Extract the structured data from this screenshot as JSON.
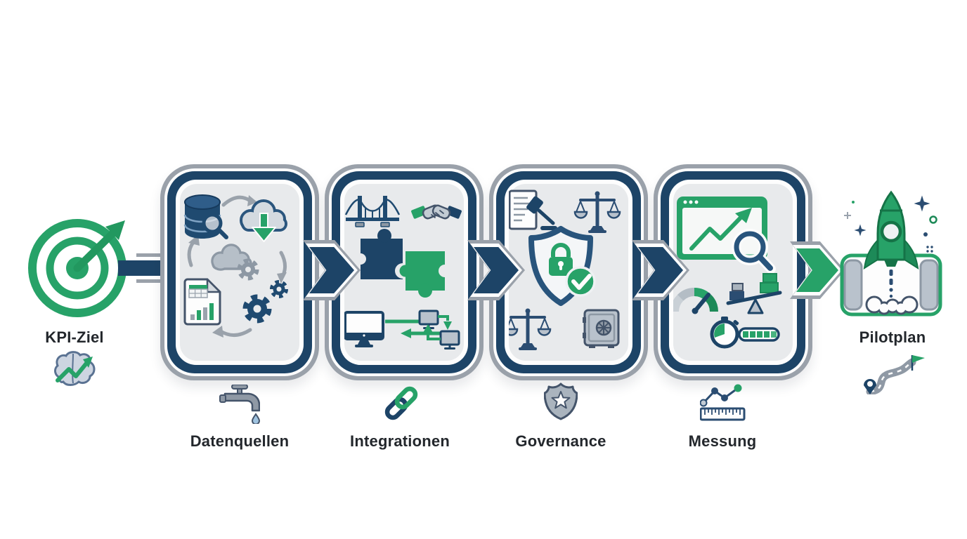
{
  "diagram": {
    "start": {
      "label": "KPI-Ziel",
      "icon": "target-growth-icon",
      "sub_icon": "brain-growth-icon"
    },
    "stages": [
      {
        "label": "Datenquellen",
        "footer_icon": "faucet-icon",
        "icons": [
          "database-magnifier-icon",
          "cloud-download-icon",
          "cloud-gear-icon",
          "gears-icon",
          "report-chart-icon",
          "cycle-arrows-icon"
        ]
      },
      {
        "label": "Integrationen",
        "footer_icon": "chain-link-icon",
        "icons": [
          "bridge-icon",
          "handshake-icon",
          "puzzle-pieces-icon",
          "data-exchange-icon",
          "network-sync-icon"
        ]
      },
      {
        "label": "Governance",
        "footer_icon": "badge-star-icon",
        "icons": [
          "contract-gavel-icon",
          "justice-scale-icon",
          "shield-lock-check-icon",
          "balance-scale-icon",
          "safe-vault-icon"
        ]
      },
      {
        "label": "Messung",
        "footer_icon": "ruler-trend-icon",
        "icons": [
          "analytics-window-icon",
          "magnifier-icon",
          "gauge-icon",
          "comparison-seesaw-icon",
          "stopwatch-progress-icon"
        ]
      }
    ],
    "end": {
      "label": "Pilotplan",
      "icon": "rocket-launch-icon",
      "sub_icon": "roadmap-flag-icon"
    },
    "colors": {
      "green": "#27a268",
      "green_dark": "#157347",
      "navy": "#1d4467",
      "outline_gray": "#9aa1aa",
      "panel": "#e8eaec",
      "text": "#23272c"
    }
  }
}
